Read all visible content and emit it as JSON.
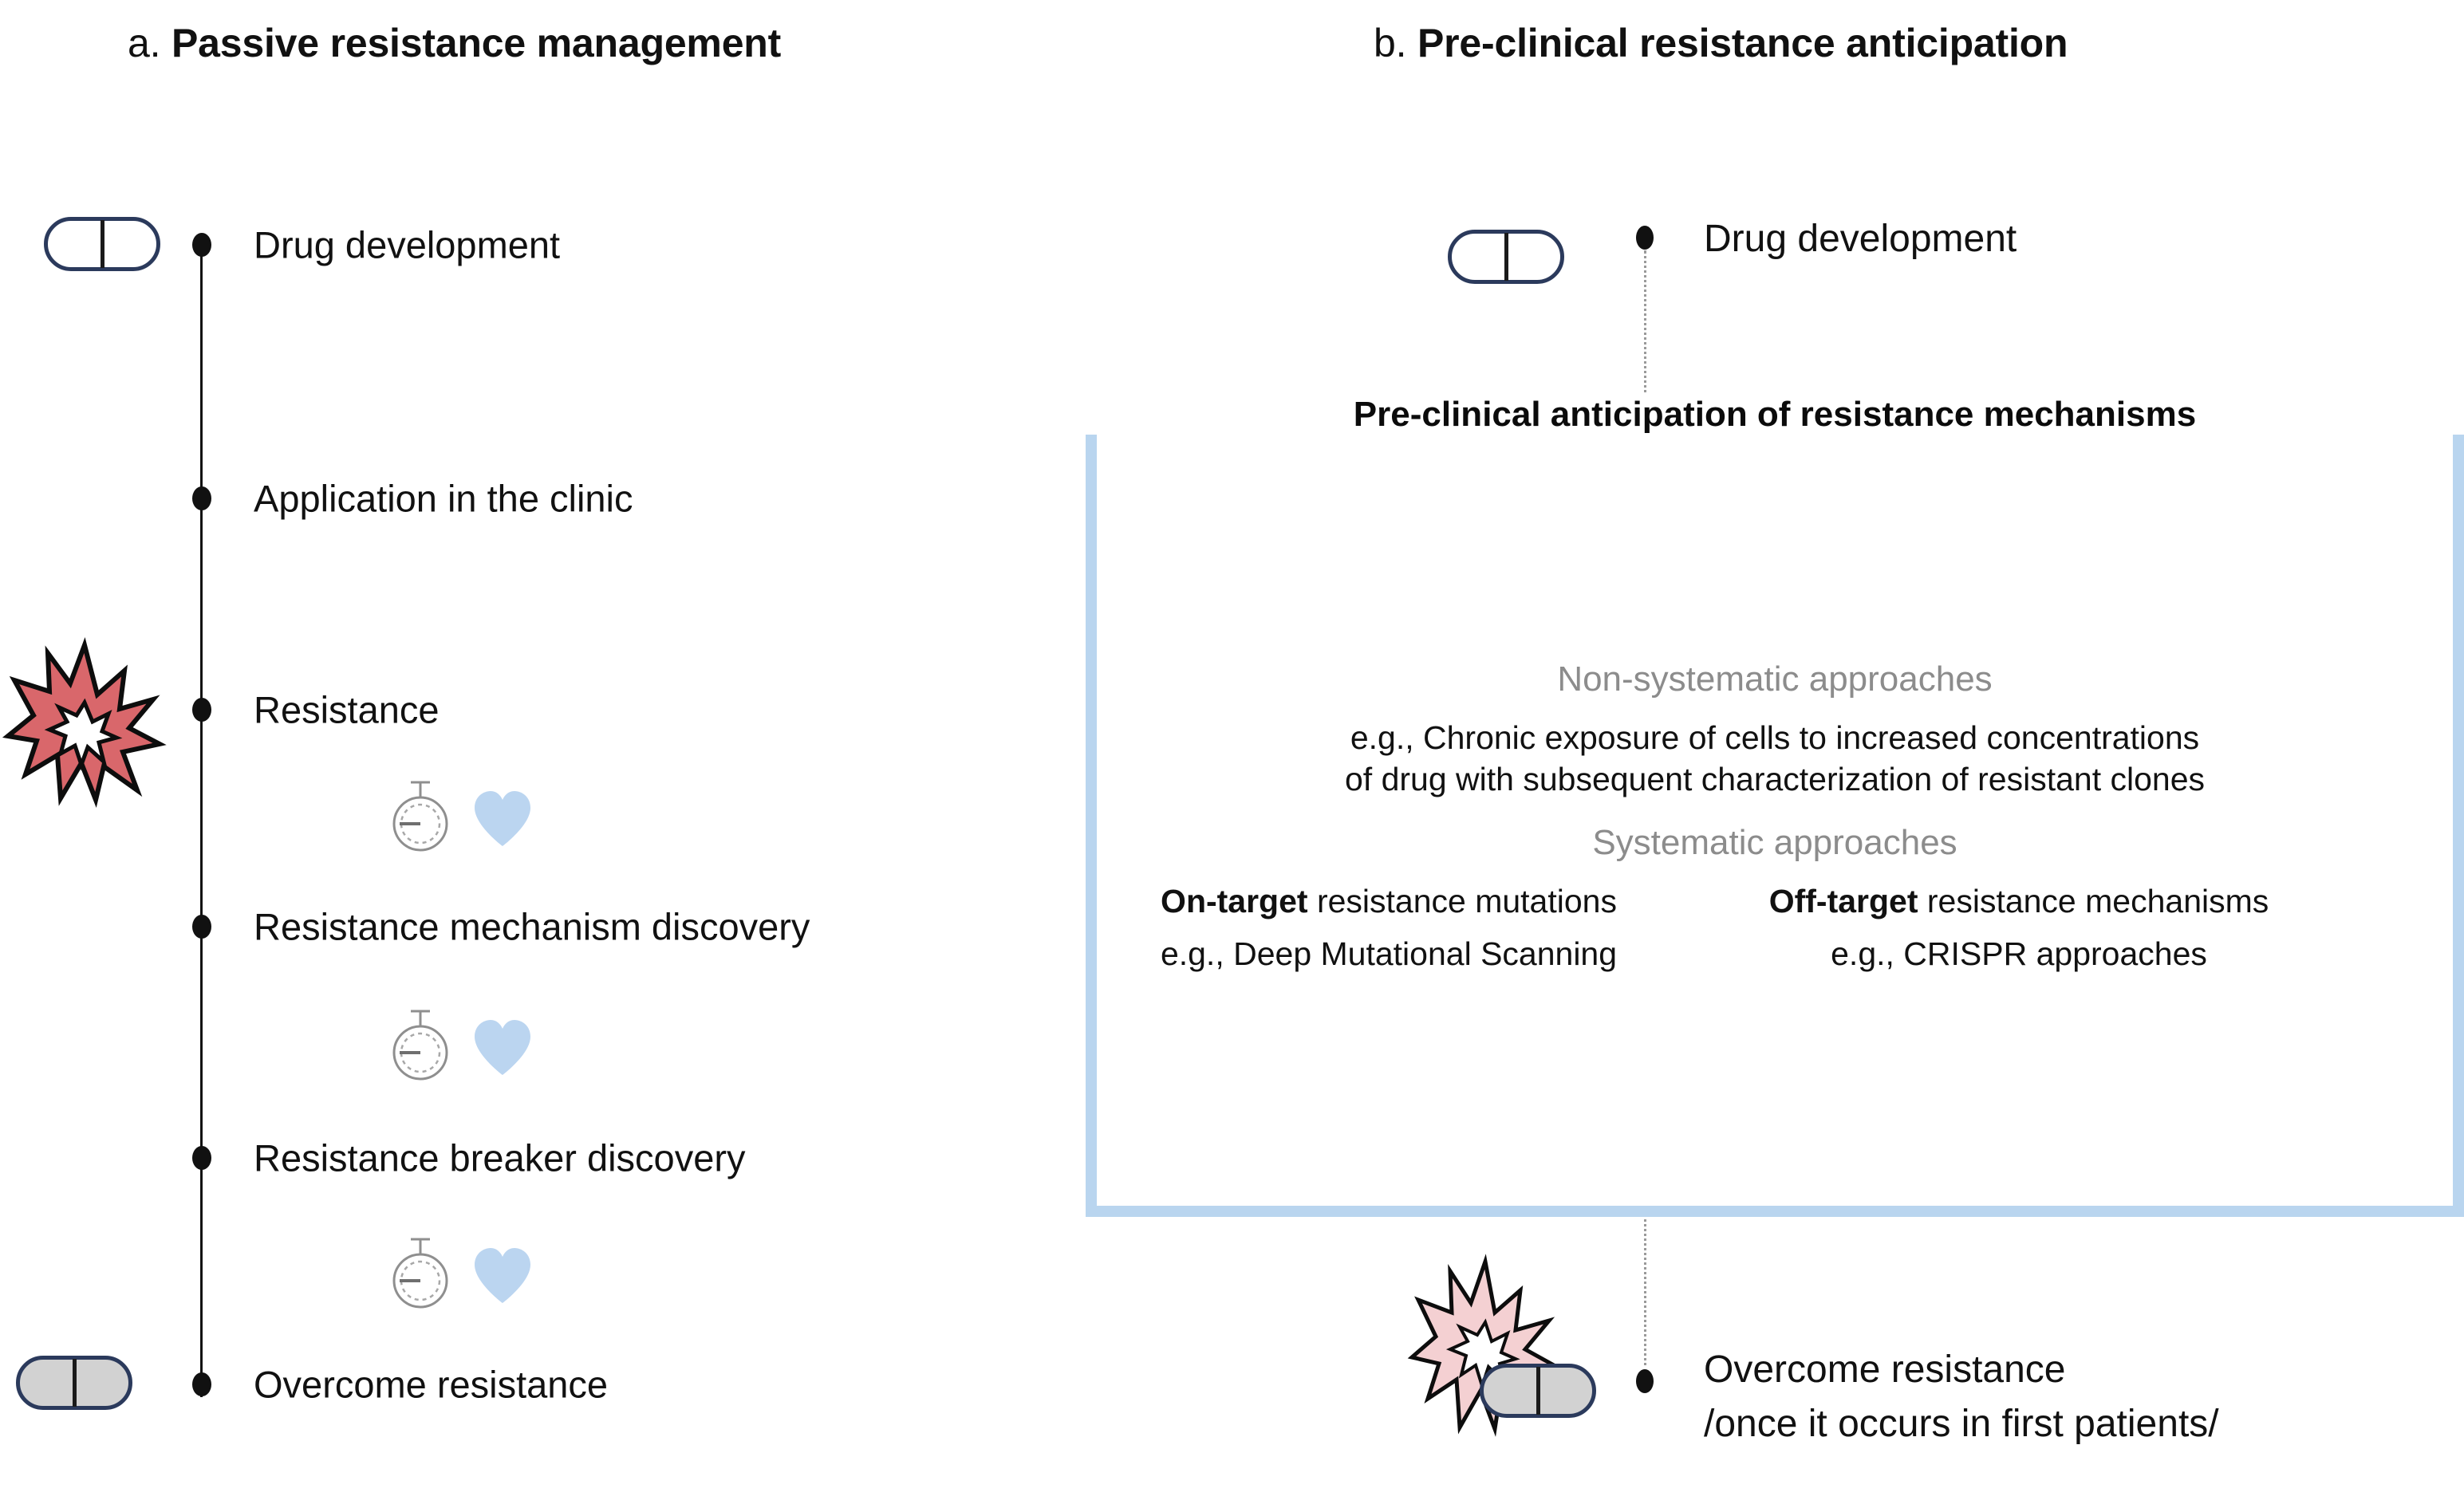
{
  "figure": {
    "panel_a": {
      "prefix": "a.",
      "title": "Passive resistance management",
      "timeline_steps": [
        {
          "label": "Drug development",
          "icon": "pill-outline-icon"
        },
        {
          "label": "Application in the clinic",
          "icon": "none"
        },
        {
          "label": "Resistance",
          "icon": "red-burst-icon"
        },
        {
          "label": "Resistance mechanism discovery",
          "icon": "none"
        },
        {
          "label": "Resistance breaker discovery",
          "icon": "none"
        },
        {
          "label": "Overcome resistance",
          "icon": "pill-filled-icon"
        }
      ],
      "wait_markers": [
        {
          "icons": [
            "stopwatch-icon",
            "heart-icon"
          ]
        },
        {
          "icons": [
            "stopwatch-icon",
            "heart-icon"
          ]
        },
        {
          "icons": [
            "stopwatch-icon",
            "heart-icon"
          ]
        }
      ]
    },
    "panel_b": {
      "prefix": "b.",
      "title": "Pre-clinical resistance anticipation",
      "drug_development_label": "Drug development",
      "box_title": "Pre-clinical anticipation of resistance mechanisms",
      "non_systematic": {
        "heading": "Non-systematic approaches",
        "body_line1": "e.g., Chronic exposure of cells to increased concentrations",
        "body_line2": "of drug with subsequent characterization of resistant clones"
      },
      "systematic": {
        "heading": "Systematic approaches",
        "columns": [
          {
            "bold": "On-target",
            "rest": " resistance mutations",
            "example": "e.g., Deep Mutational Scanning"
          },
          {
            "bold": "Off-target",
            "rest": " resistance mechanisms",
            "example": "e.g., CRISPR approaches"
          }
        ]
      },
      "outcome": {
        "line1": "Overcome resistance",
        "line2": "/once it occurs in first patients/"
      }
    },
    "colors": {
      "burst_red": "#d9676b",
      "burst_pink": "#f4d0d2",
      "bracket_blue": "#b9d5ef",
      "heart_blue": "#bbd5f0",
      "pill_outline": "#2b3a5c",
      "pill_fill_gray": "#d2d2d2",
      "muted_gray_text": "#8c8c8c",
      "axis_black": "#111111"
    }
  }
}
